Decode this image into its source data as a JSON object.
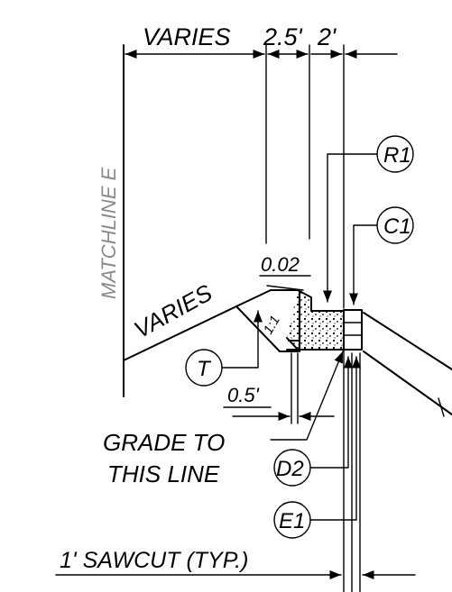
{
  "dimensions": {
    "varies_top": "VARIES",
    "dim_25": "2.5'",
    "dim_2": "2'",
    "slope": "0.02",
    "slope_side": "VARIES",
    "dim_05": "0.5'"
  },
  "matchline": "MATCHLINE E",
  "notes": {
    "grade_line1": "GRADE TO",
    "grade_line2": "THIS LINE",
    "sawcut": "1' SAWCUT (TYP.)"
  },
  "callouts": {
    "r1": "R1",
    "c1": "C1",
    "t": "T",
    "d2": "D2",
    "e1": "E1",
    "slope_ratio": "1:1"
  }
}
